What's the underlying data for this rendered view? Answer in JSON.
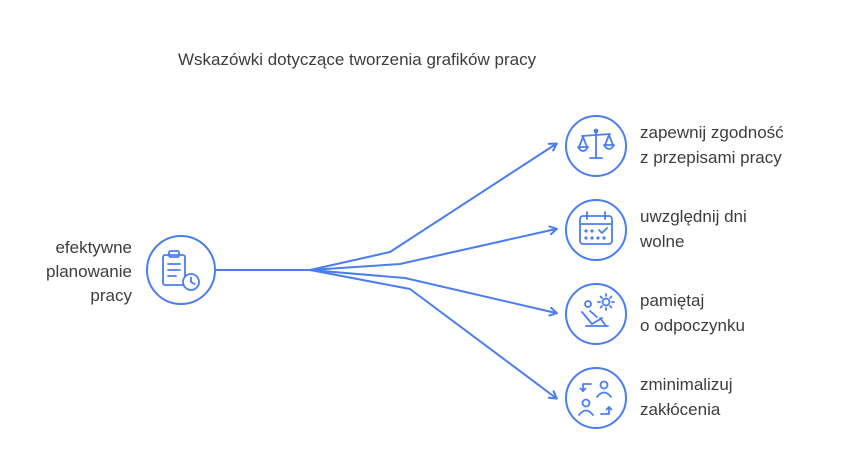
{
  "title": "Wskazówki dotyczące tworzenia grafików pracy",
  "center": {
    "label_lines": [
      "efektywne",
      "planowanie",
      "pracy"
    ],
    "icon": "clipboard-clock-icon"
  },
  "branches": [
    {
      "label_lines": [
        "zapewnij zgodność",
        "z przepisami pracy"
      ],
      "icon": "scales-icon"
    },
    {
      "label_lines": [
        "uwzględnij dni",
        "wolne"
      ],
      "icon": "calendar-icon"
    },
    {
      "label_lines": [
        "pamiętaj",
        "o odpoczynku"
      ],
      "icon": "lounge-chair-sun-icon"
    },
    {
      "label_lines": [
        "zminimalizuj",
        "zakłócenia"
      ],
      "icon": "people-swap-icon"
    }
  ],
  "colors": {
    "accent": "#4a7ef0",
    "text": "#3d3d3d",
    "background": "#ffffff"
  }
}
